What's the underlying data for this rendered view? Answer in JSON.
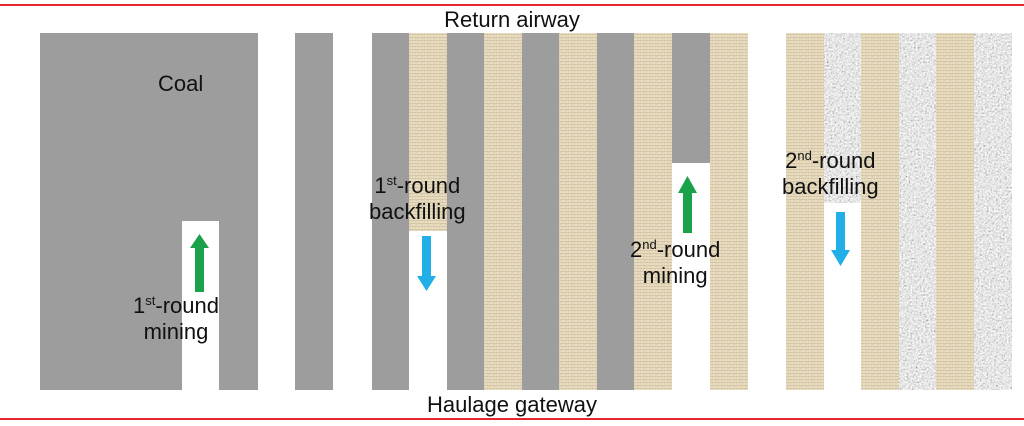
{
  "labels": {
    "return_airway": "Return airway",
    "haulage_gateway": "Haulage gateway",
    "coal": "Coal",
    "first_mining": {
      "ordinal": "1",
      "suffix": "st",
      "rest": "-round",
      "line2": "mining"
    },
    "first_backfilling": {
      "ordinal": "1",
      "suffix": "st",
      "rest": "-round",
      "line2": "backfilling"
    },
    "second_mining": {
      "ordinal": "2",
      "suffix": "nd",
      "rest": "-round",
      "line2": "mining"
    },
    "second_backfilling": {
      "ordinal": "2",
      "suffix": "nd",
      "rest": "-round",
      "line2": "backfilling"
    }
  },
  "colors": {
    "coal": "#9d9d9d",
    "airway_line": "#e8262a",
    "mining_arrow": "#1aa14a",
    "backfill_arrow": "#22aee6",
    "first_backfill_material": "#e8dcc0",
    "second_backfill_material": "#a9a9a9"
  },
  "arrows": [
    {
      "kind": "mining",
      "direction": "up"
    },
    {
      "kind": "backfilling",
      "direction": "down"
    },
    {
      "kind": "mining",
      "direction": "up"
    },
    {
      "kind": "backfilling",
      "direction": "down"
    }
  ]
}
